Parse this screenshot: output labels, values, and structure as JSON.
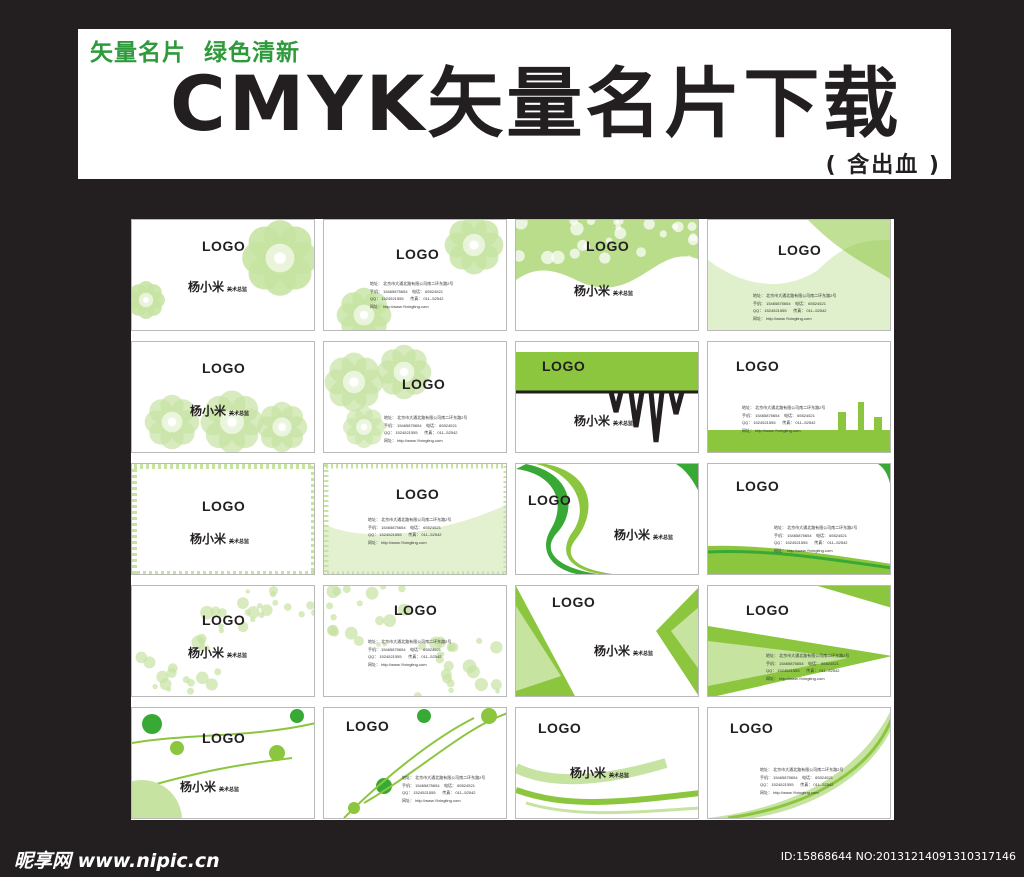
{
  "banner": {
    "subtitle": "矢量名片  绿色清新",
    "title": "CMYK矢量名片下载",
    "note": "( 含出血 )"
  },
  "card": {
    "logo": "LOGO",
    "name": "杨小米",
    "title": "美术总监",
    "address": "地址： 北京市大通北路有限公司南二环东路2号",
    "phone_line": "手机： 15465875654    电话： 65524521",
    "qq_line": "QQ： 1524521555      传真： 011--52542",
    "web_line": "网址： http://www.Yixingting.com"
  },
  "colors": {
    "background": "#231f20",
    "accent": "#2e9a3b",
    "light_green": "#c6e3a2",
    "mid_green": "#8cc63f",
    "deep_green": "#39a935"
  },
  "footer": {
    "left": "昵享网 www.nipic.cn",
    "right": "ID:15868644 NO:20131214091310317146"
  }
}
